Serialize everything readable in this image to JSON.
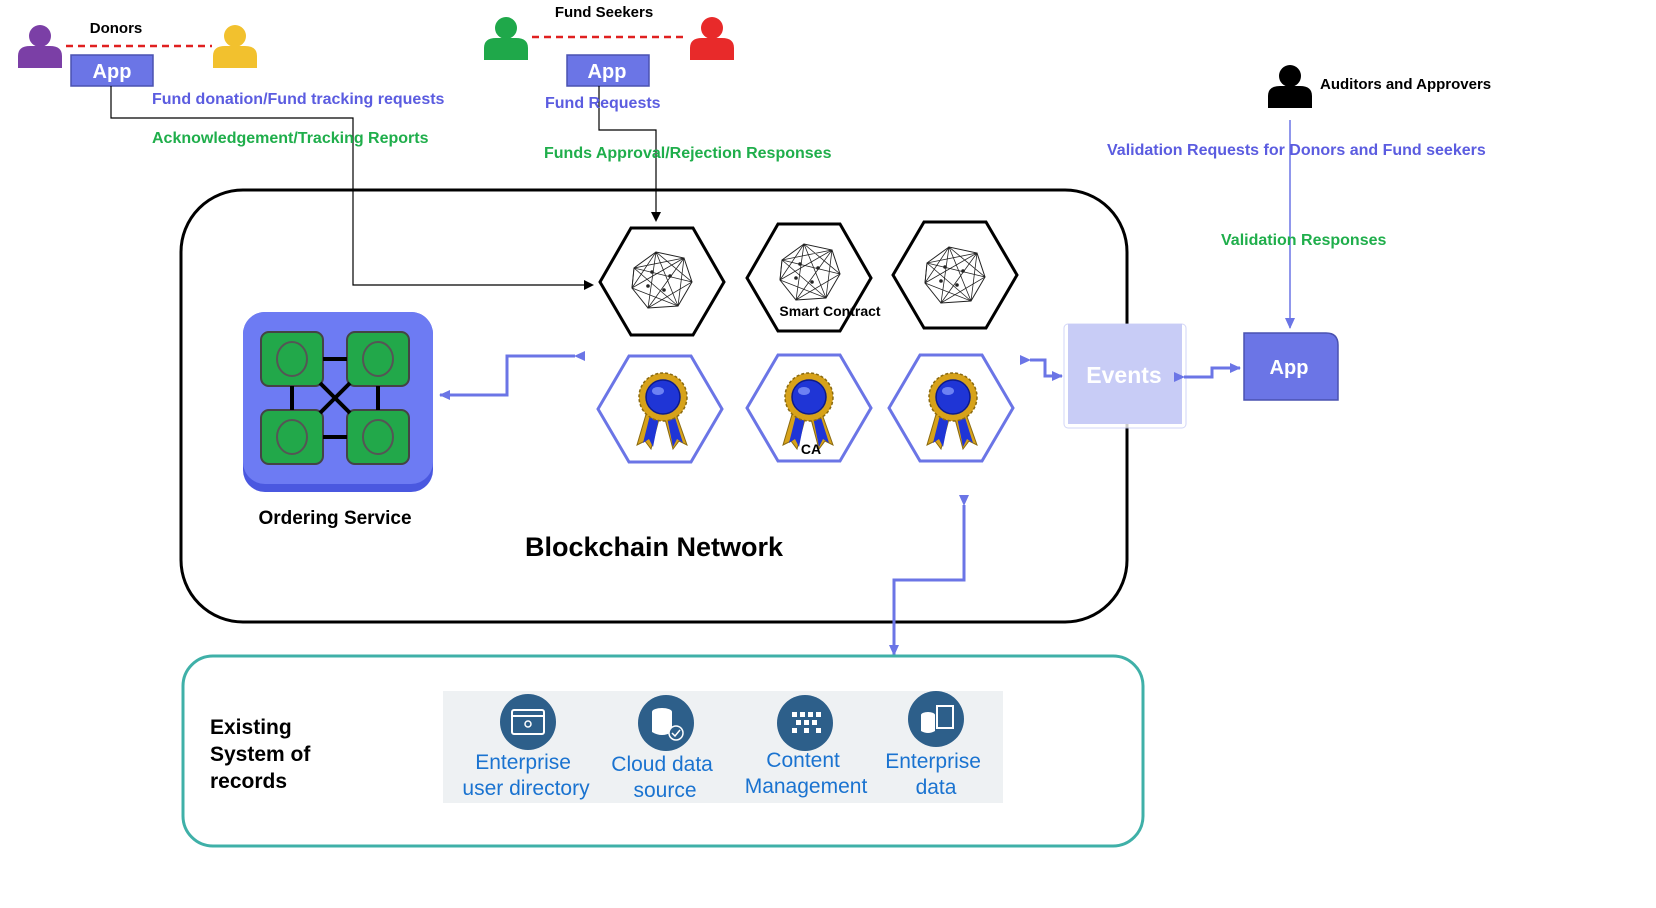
{
  "colors": {
    "blue_label": "#5b5ce0",
    "green_label": "#1fae4b",
    "arrow": "#6b75e6",
    "app_fill": "#6b75e6",
    "events_fill": "#c8ccf6",
    "teal_border": "#3fb0a8",
    "icon_circle": "#2d5f8a",
    "system_text": "#1a73d0",
    "badge_gold": "#d7a21a",
    "badge_blue": "#1f35d6"
  },
  "actors": {
    "donors_label": "Donors",
    "fund_seekers_label": "Fund Seekers",
    "auditors_label": "Auditors and Approvers",
    "donor_app": "App",
    "seeker_app": "App",
    "auditor_app": "App"
  },
  "flows": {
    "donation_requests": "Fund donation/Fund tracking requests",
    "ack_reports": "Acknowledgement/Tracking Reports",
    "fund_requests": "Fund Requests",
    "approval_responses": "Funds Approval/Rejection Responses",
    "validation_requests": "Validation Requests for Donors and Fund seekers",
    "validation_responses": "Validation Responses"
  },
  "network": {
    "title": "Blockchain Network",
    "ordering_service": "Ordering Service",
    "smart_contract": "Smart Contract",
    "ca": "CA",
    "events": "Events"
  },
  "records": {
    "title_lines": [
      "Existing",
      "System of",
      "records"
    ],
    "sources": [
      {
        "icon": "directory-icon",
        "lines": [
          "Enterprise",
          "user directory"
        ]
      },
      {
        "icon": "database-icon",
        "lines": [
          "Cloud data",
          "source"
        ]
      },
      {
        "icon": "content-icon",
        "lines": [
          "Content",
          "Management"
        ]
      },
      {
        "icon": "enterprise-data-icon",
        "lines": [
          "Enterprise",
          "data"
        ]
      }
    ]
  }
}
